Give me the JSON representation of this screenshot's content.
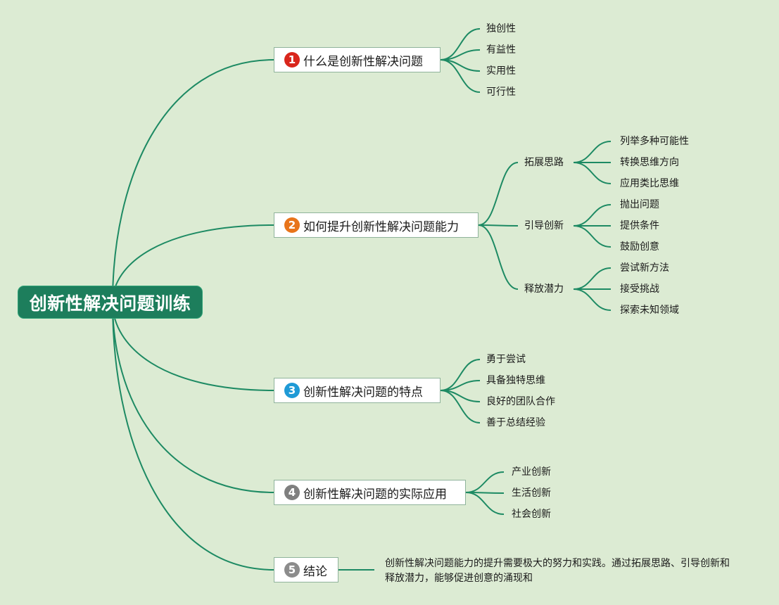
{
  "colors": {
    "background": "#dcebd3",
    "root": "#1d7e5c",
    "line": "#1d8a63",
    "badge1": "#d9261c",
    "badge2": "#e8741a",
    "badge3": "#1f9ad6",
    "badge4": "#7f7f7f",
    "badge5": "#8c8c8c"
  },
  "root": {
    "title": "创新性解决问题训练"
  },
  "branches": [
    {
      "num": "1",
      "title": "什么是创新性解决问题",
      "leaves": [
        "独创性",
        "有益性",
        "实用性",
        "可行性"
      ]
    },
    {
      "num": "2",
      "title": "如何提升创新性解决问题能力",
      "subs": [
        {
          "title": "拓展思路",
          "leaves": [
            "列举多种可能性",
            "转换思维方向",
            "应用类比思维"
          ]
        },
        {
          "title": "引导创新",
          "leaves": [
            "抛出问题",
            "提供条件",
            "鼓励创意"
          ]
        },
        {
          "title": "释放潜力",
          "leaves": [
            "尝试新方法",
            "接受挑战",
            "探索未知领域"
          ]
        }
      ]
    },
    {
      "num": "3",
      "title": "创新性解决问题的特点",
      "leaves": [
        "勇于尝试",
        "具备独特思维",
        "良好的团队合作",
        "善于总结经验"
      ]
    },
    {
      "num": "4",
      "title": "创新性解决问题的实际应用",
      "leaves": [
        "产业创新",
        "生活创新",
        "社会创新"
      ]
    },
    {
      "num": "5",
      "title": "结论",
      "note_line1": "创新性解决问题能力的提升需要极大的努力和实践。通过拓展思路、引导创新和",
      "note_line2": "释放潜力，能够促进创意的涌现和"
    }
  ]
}
